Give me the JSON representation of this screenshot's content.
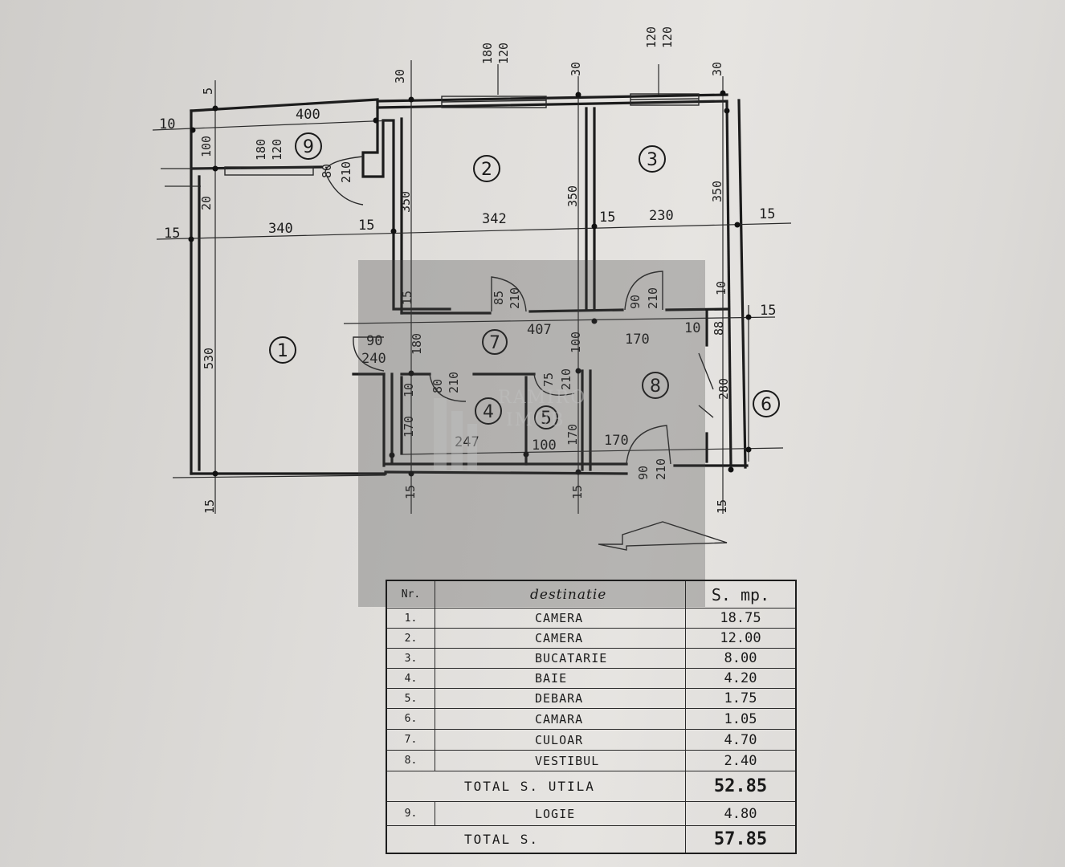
{
  "dimensions": {
    "top_openings": [
      "30",
      "180",
      "120",
      "30",
      "120",
      "120",
      "30"
    ],
    "left_top": [
      "5",
      "10",
      "100",
      "20",
      "15"
    ],
    "room9": {
      "w": "400",
      "h1": "180",
      "h2": "120",
      "door_w": "80",
      "door_h": "210"
    },
    "row1": {
      "a": "340",
      "b": "15",
      "c": "342",
      "d": "15",
      "e": "230",
      "f": "15",
      "left": "15"
    },
    "heights": {
      "r2": "350",
      "r2b": "350",
      "r3": "350"
    },
    "room1": {
      "h": "530"
    },
    "hall": {
      "w": "407",
      "d1": "85",
      "d1h": "210",
      "d2": "90",
      "d2h": "210",
      "door1": "90",
      "door1h": "240",
      "sub1": "180",
      "sub2": "100",
      "side": "15",
      "side2": "10",
      "r8w": "170",
      "r8x": "10",
      "r8y": "88"
    },
    "bath": {
      "d": "80",
      "dh": "210",
      "v1": "10",
      "v2": "170",
      "w": "247",
      "st": "75",
      "sth": "210",
      "stw": "100",
      "st2": "170"
    },
    "vest": {
      "w": "170",
      "door": "90",
      "doorh": "210",
      "h": "280"
    },
    "bottom": [
      "15",
      "15",
      "15",
      "15"
    ]
  },
  "rooms": [
    "1",
    "2",
    "3",
    "4",
    "5",
    "6",
    "7",
    "8",
    "9"
  ],
  "watermark": {
    "line1": "RAMIRO",
    "line2": "IMOB"
  },
  "table": {
    "header": {
      "nr": "Nr.",
      "dest": "destinatie",
      "area": "S. mp."
    },
    "rows": [
      {
        "nr": "1.",
        "dest": "CAMERA",
        "area": "18.75"
      },
      {
        "nr": "2.",
        "dest": "CAMERA",
        "area": "12.00"
      },
      {
        "nr": "3.",
        "dest": "BUCATARIE",
        "area": "8.00"
      },
      {
        "nr": "4.",
        "dest": "BAIE",
        "area": "4.20"
      },
      {
        "nr": "5.",
        "dest": "DEBARA",
        "area": "1.75"
      },
      {
        "nr": "6.",
        "dest": "CAMARA",
        "area": "1.05"
      },
      {
        "nr": "7.",
        "dest": "CULOAR",
        "area": "4.70"
      },
      {
        "nr": "8.",
        "dest": "VESTIBUL",
        "area": "2.40"
      }
    ],
    "total_util": {
      "label": "TOTAL  S. UTILA",
      "area": "52.85"
    },
    "logie": {
      "nr": "9.",
      "dest": "LOGIE",
      "area": "4.80"
    },
    "total": {
      "label": "TOTAL  S.",
      "area": "57.85"
    }
  }
}
